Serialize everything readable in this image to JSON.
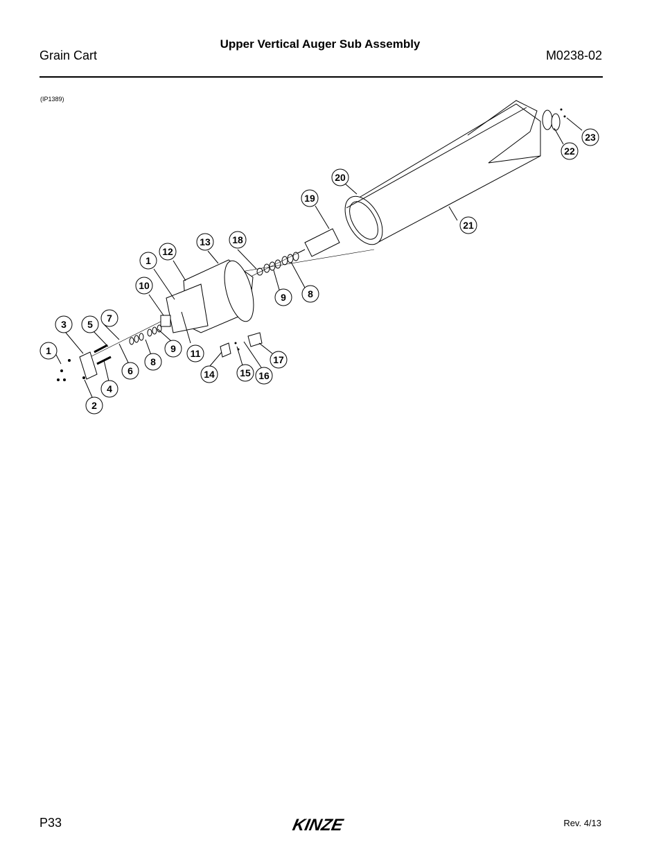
{
  "header": {
    "left": "Grain Cart",
    "title": "Upper Vertical Auger Sub Assembly",
    "right": "M0238-02"
  },
  "figure": {
    "id": "(IP1389)",
    "callouts": [
      "1",
      "2",
      "3",
      "4",
      "5",
      "6",
      "7",
      "8",
      "9",
      "10",
      "11",
      "12",
      "13",
      "14",
      "15",
      "16",
      "17",
      "18",
      "19",
      "20",
      "21",
      "22",
      "23",
      "1",
      "8",
      "9"
    ]
  },
  "footer": {
    "page": "P33",
    "revision": "Rev. 4/13",
    "logo_text": "KINZE"
  }
}
